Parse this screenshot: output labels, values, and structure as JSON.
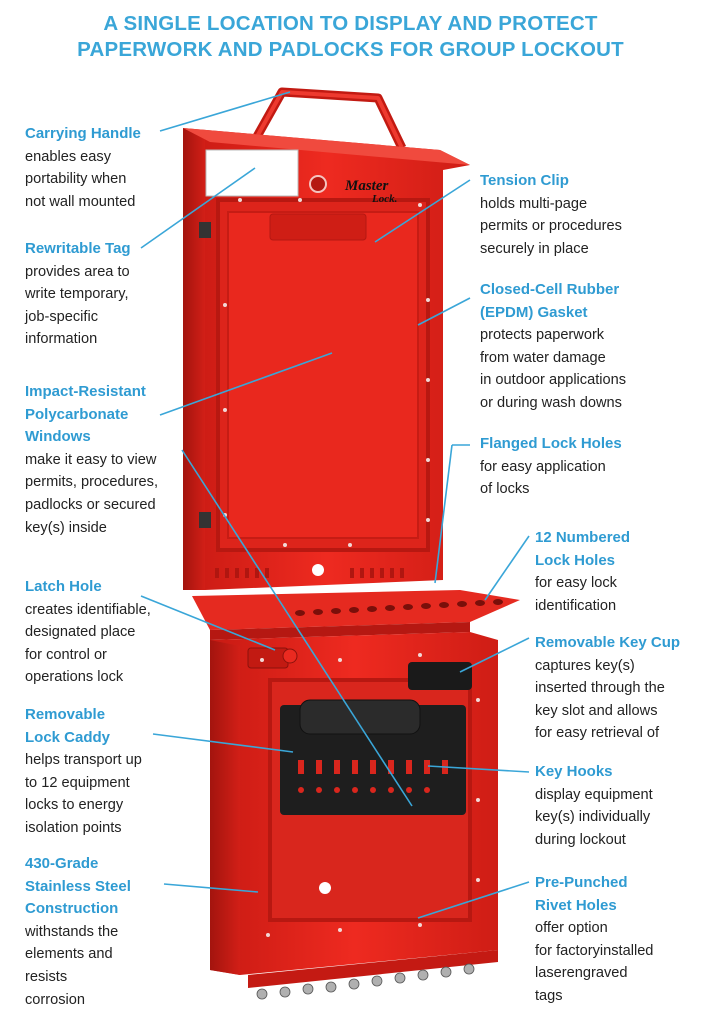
{
  "headline": {
    "line1": "A SINGLE LOCATION TO DISPLAY AND PROTECT",
    "line2": "PAPERWORK AND PADLOCKS FOR GROUP LOCKOUT"
  },
  "brand": {
    "line1": "Master",
    "line2": "Lock."
  },
  "accent_color": "#3aa6d8",
  "product_color": "#e8231b",
  "callouts_left": [
    {
      "title": [
        "Carrying Handle"
      ],
      "body": [
        "enables easy",
        "portability when",
        "not wall mounted"
      ]
    },
    {
      "title": [
        "Rewritable Tag"
      ],
      "body": [
        "provides area to",
        "write temporary,",
        "job-specific",
        "information"
      ]
    },
    {
      "title": [
        "Impact-Resistant",
        "Polycarbonate",
        "Windows"
      ],
      "body": [
        "make it easy to view",
        "permits, procedures,",
        "padlocks or secured",
        "key(s) inside"
      ]
    },
    {
      "title": [
        "Latch Hole"
      ],
      "body": [
        "creates identifiable,",
        "designated place",
        "for control or",
        "operations lock"
      ]
    },
    {
      "title": [
        "Removable",
        "Lock Caddy"
      ],
      "body": [
        "helps transport up",
        "to 12 equipment",
        "locks to energy",
        "isolation points"
      ]
    },
    {
      "title": [
        "430-Grade",
        "Stainless Steel",
        "Construction"
      ],
      "body": [
        "withstands the",
        "elements and",
        "resists",
        "corrosion"
      ]
    }
  ],
  "callouts_right": [
    {
      "title": [
        "Tension Clip"
      ],
      "body": [
        "holds multi-page",
        "permits or procedures",
        "securely in place"
      ]
    },
    {
      "title": [
        "Closed-Cell Rubber",
        "(EPDM) Gasket"
      ],
      "body": [
        "protects paperwork",
        "from water damage",
        "in outdoor applications",
        "or during wash downs"
      ]
    },
    {
      "title": [
        "Flanged Lock Holes"
      ],
      "body": [
        "for easy application",
        "of locks"
      ]
    },
    {
      "title": [
        "12 Numbered",
        "Lock Holes"
      ],
      "body": [
        "for easy lock",
        "identification"
      ]
    },
    {
      "title": [
        "Removable Key Cup"
      ],
      "body": [
        "captures key(s)",
        "inserted through the",
        "key slot and allows",
        "for easy retrieval of"
      ]
    },
    {
      "title": [
        "Key Hooks"
      ],
      "body": [
        "display equipment",
        "key(s) individually",
        "during lockout"
      ]
    },
    {
      "title": [
        "Pre-Punched",
        "Rivet Holes"
      ],
      "body": [
        "offer option",
        "for factoryinstalled",
        "laserengraved",
        "tags"
      ]
    }
  ]
}
